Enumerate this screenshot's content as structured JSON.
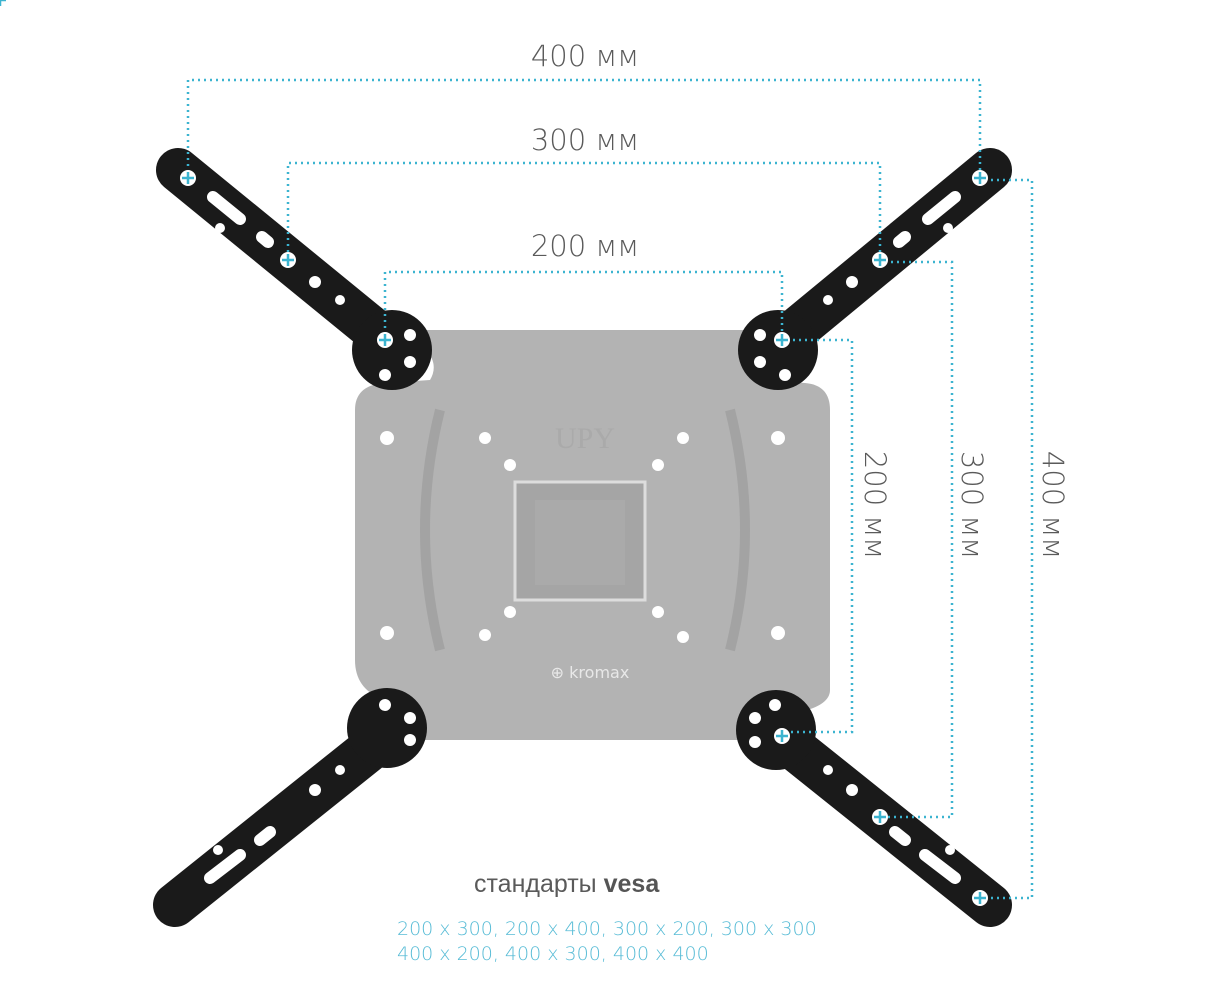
{
  "dimensions": {
    "horizontal": [
      "400 мм",
      "300 мм",
      "200 мм"
    ],
    "vertical": [
      "200 мм",
      "300 мм",
      "400 мм"
    ]
  },
  "brand": {
    "logo_text": "kromax",
    "embossed_text": "UPY"
  },
  "standards": {
    "label": "стандарты",
    "label_bold": "vesa",
    "line1": "200 x 300, 200 x 400, 300 x 200, 300 x 300",
    "line2": "400 x 200, 400 x 300, 400 x 400"
  },
  "colors": {
    "accent": "#3cb4d0",
    "plate": "#b3b3b3",
    "arm": "#1a1a1a",
    "text": "#5a5a5a"
  }
}
